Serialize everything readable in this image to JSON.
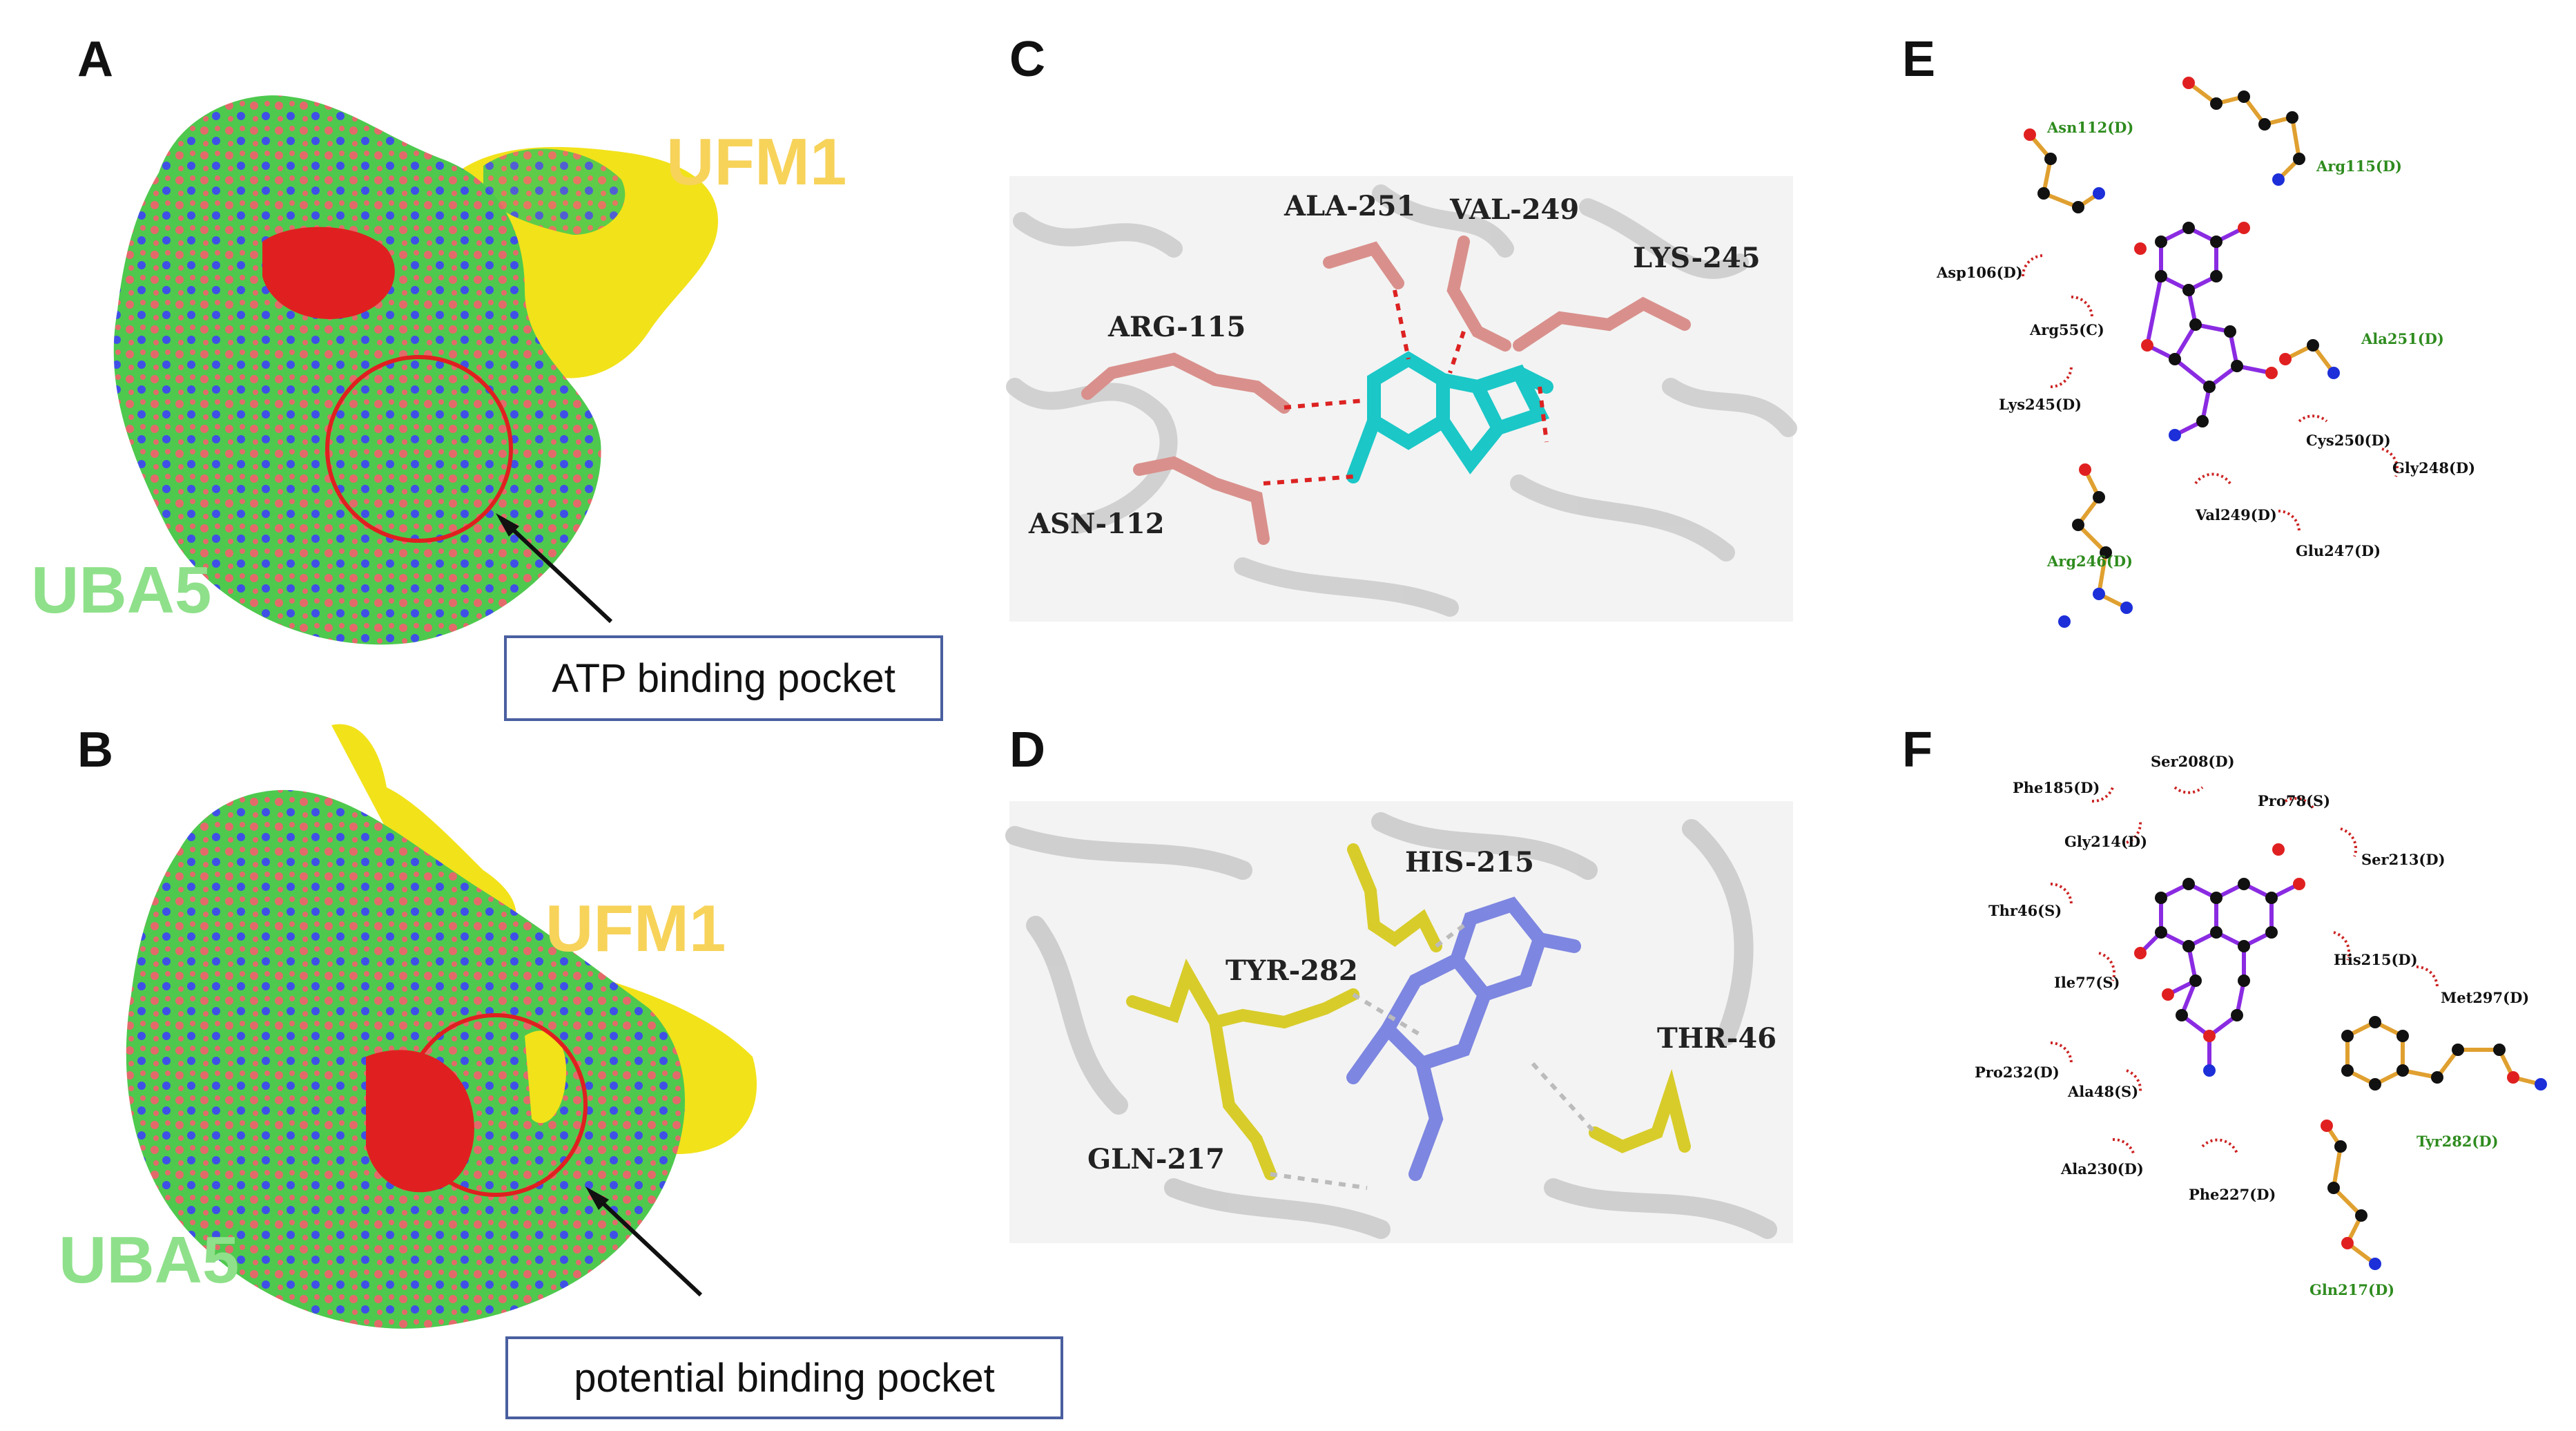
{
  "panels": {
    "a": {
      "letter": "A",
      "ufm1": "UFM1",
      "uba5": "UBA5",
      "callout": "ATP binding pocket"
    },
    "b": {
      "letter": "B",
      "ufm1": "UFM1",
      "uba5": "UBA5",
      "callout": "potential binding pocket"
    },
    "c": {
      "letter": "C",
      "residues": [
        "ALA-251",
        "VAL-249",
        "LYS-245",
        "ARG-115",
        "ASN-112"
      ]
    },
    "d": {
      "letter": "D",
      "residues": [
        "HIS-215",
        "TYR-282",
        "THR-46",
        "GLN-217"
      ]
    },
    "e": {
      "letter": "E",
      "hbond_residues": [
        "Asn112(D)",
        "Arg115(D)",
        "Ala251(D)",
        "Arg246(D)"
      ],
      "hydrophobic_residues": [
        "Asp106(D)",
        "Arg55(C)",
        "Lys245(D)",
        "Cys250(D)",
        "Gly248(D)",
        "Val249(D)",
        "Glu247(D)"
      ]
    },
    "f": {
      "letter": "F",
      "hbond_residues": [
        "Tyr282(D)",
        "Gln217(D)"
      ],
      "hydrophobic_residues": [
        "Phe185(D)",
        "Ser208(D)",
        "Pro78(S)",
        "Gly214(D)",
        "Ser213(D)",
        "Thr46(S)",
        "His215(D)",
        "Ile77(S)",
        "Met297(D)",
        "Pro232(D)",
        "Ala48(S)",
        "Ala230(D)",
        "Phe227(D)"
      ]
    }
  },
  "colors": {
    "ufm1_surface": "#f2e21a",
    "uba5_surface": "#4ec94e",
    "pocket_red": "#e02020",
    "ligand_c": "#1bc7c7",
    "ligand_d": "#7d86e0",
    "residue_c": "#d9908c",
    "residue_d": "#d8cc2a",
    "hbond_green": "#2e8b1e"
  }
}
